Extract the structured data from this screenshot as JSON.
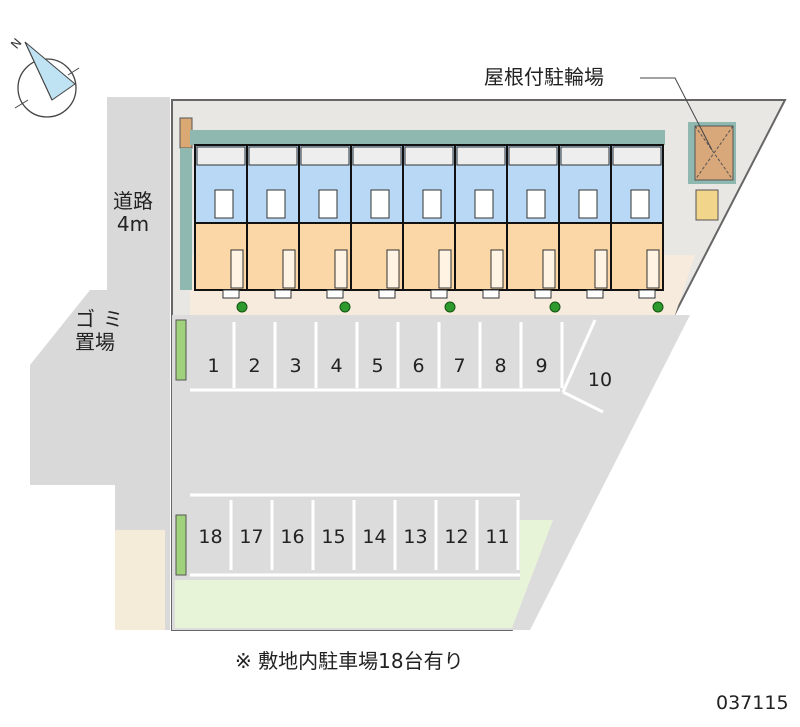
{
  "labels": {
    "road": "道路",
    "road_width": "4m",
    "garbage": "ゴミ\n置場",
    "garbage_line1": "ゴミ",
    "garbage_line2": "置場",
    "bicycle_parking": "屋根付駐輪場",
    "parking_note": "※ 敷地内駐車場18台有り",
    "property_id": "037115",
    "compass_north": "N"
  },
  "parking_top": [
    "1",
    "2",
    "3",
    "4",
    "5",
    "6",
    "7",
    "8",
    "9"
  ],
  "parking_diagonal": "10",
  "parking_bottom": [
    "18",
    "17",
    "16",
    "15",
    "14",
    "13",
    "12",
    "11"
  ],
  "units": 9,
  "colors": {
    "road": "#d9d9d9",
    "site": "#e9e7e4",
    "parking": "#dcdcdc",
    "unit_blue": "#b8d8f5",
    "unit_orange": "#fbd6a6",
    "teal": "#8fb9b0",
    "walkway": "#f6ebdc",
    "green": "#e8f4d8",
    "tree": "#2e9a2e"
  }
}
